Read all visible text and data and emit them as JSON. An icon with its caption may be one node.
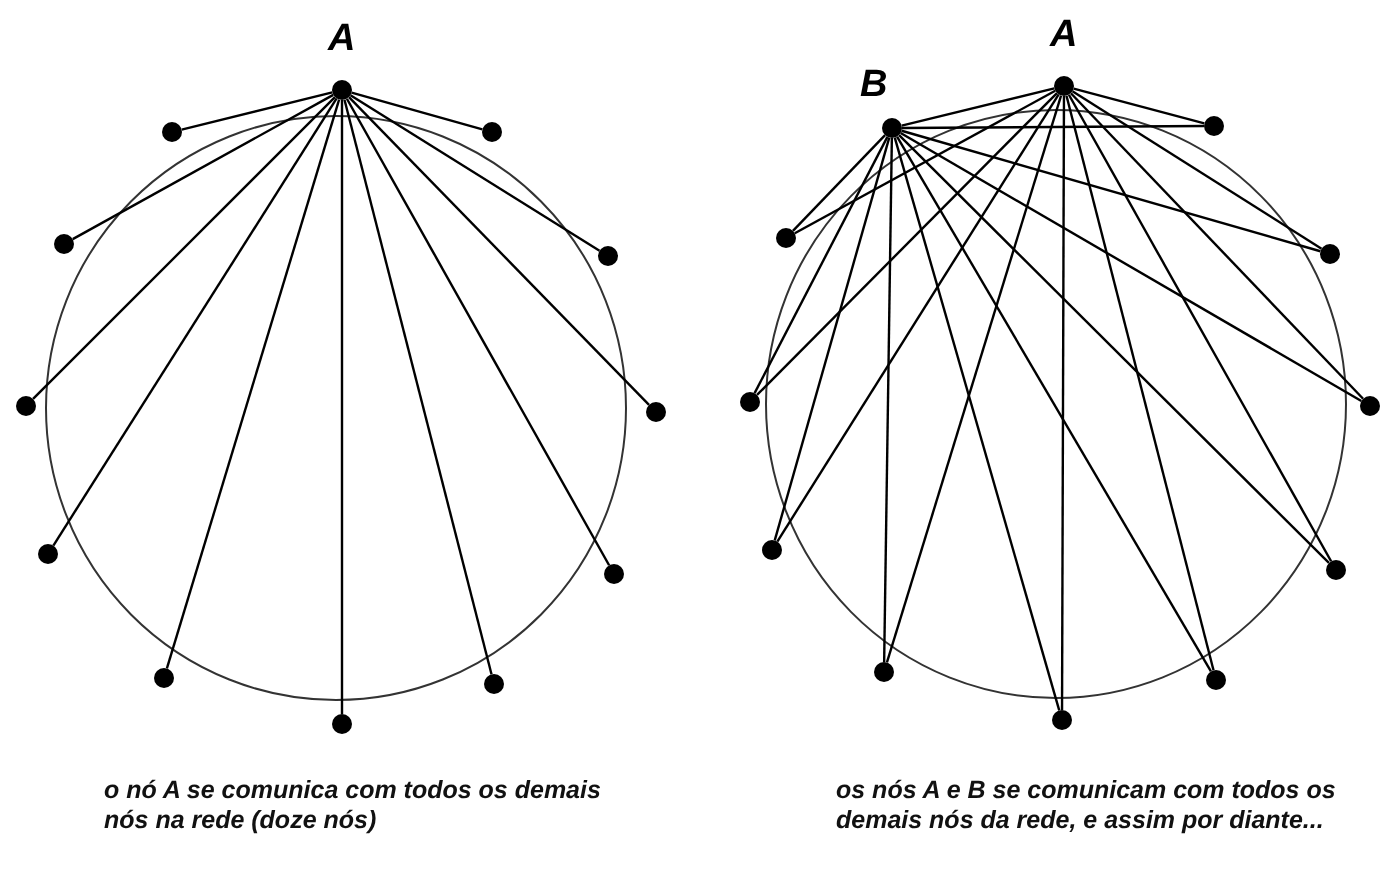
{
  "diagram": {
    "nodes": [
      {
        "text": [],
        "shape": "circle",
        "beside": [
          "A"
        ]
      },
      {
        "text": [],
        "shape": "circle"
      },
      {
        "text": [],
        "shape": "circle"
      },
      {
        "text": [],
        "shape": "circle"
      },
      {
        "text": [],
        "shape": "circle"
      },
      {
        "text": [],
        "shape": "circle"
      },
      {
        "text": [],
        "shape": "circle"
      },
      {
        "text": [],
        "shape": "circle"
      },
      {
        "text": [],
        "shape": "circle"
      },
      {
        "text": [],
        "shape": "circle"
      },
      {
        "text": [],
        "shape": "circle"
      },
      {
        "text": [],
        "shape": "circle"
      },
      {
        "text": [],
        "shape": "circle",
        "beside": [
          "A"
        ]
      },
      {
        "text": [],
        "shape": "circle",
        "beside": [
          "B"
        ]
      },
      {
        "text": [],
        "shape": "circle"
      },
      {
        "text": [],
        "shape": "circle"
      },
      {
        "text": [],
        "shape": "circle"
      },
      {
        "text": [],
        "shape": "circle"
      },
      {
        "text": [],
        "shape": "circle"
      },
      {
        "text": [],
        "shape": "circle"
      },
      {
        "text": [],
        "shape": "circle"
      },
      {
        "text": [],
        "shape": "circle"
      },
      {
        "text": [],
        "shape": "circle"
      },
      {
        "text": [],
        "shape": "circle"
      }
    ],
    "edges": [
      {
        "from": 0,
        "to": 1,
        "arrow": "none"
      },
      {
        "from": 0,
        "to": 2,
        "arrow": "none"
      },
      {
        "from": 0,
        "to": 3,
        "arrow": "none"
      },
      {
        "from": 0,
        "to": 4,
        "arrow": "none"
      },
      {
        "from": 0,
        "to": 5,
        "arrow": "none"
      },
      {
        "from": 0,
        "to": 6,
        "arrow": "none"
      },
      {
        "from": 0,
        "to": 7,
        "arrow": "none"
      },
      {
        "from": 0,
        "to": 8,
        "arrow": "none"
      },
      {
        "from": 0,
        "to": 9,
        "arrow": "none"
      },
      {
        "from": 0,
        "to": 10,
        "arrow": "none"
      },
      {
        "from": 0,
        "to": 11,
        "arrow": "none"
      },
      {
        "from": 12,
        "to": 13,
        "arrow": "none"
      },
      {
        "from": 12,
        "to": 14,
        "arrow": "none"
      },
      {
        "from": 12,
        "to": 15,
        "arrow": "none"
      },
      {
        "from": 12,
        "to": 16,
        "arrow": "none"
      },
      {
        "from": 12,
        "to": 17,
        "arrow": "none"
      },
      {
        "from": 12,
        "to": 18,
        "arrow": "none"
      },
      {
        "from": 12,
        "to": 19,
        "arrow": "none"
      },
      {
        "from": 12,
        "to": 20,
        "arrow": "none"
      },
      {
        "from": 12,
        "to": 21,
        "arrow": "none"
      },
      {
        "from": 12,
        "to": 22,
        "arrow": "none"
      },
      {
        "from": 12,
        "to": 23,
        "arrow": "none"
      },
      {
        "from": 13,
        "to": 14,
        "arrow": "none"
      },
      {
        "from": 13,
        "to": 15,
        "arrow": "none"
      },
      {
        "from": 13,
        "to": 16,
        "arrow": "none"
      },
      {
        "from": 13,
        "to": 17,
        "arrow": "none"
      },
      {
        "from": 13,
        "to": 18,
        "arrow": "none"
      },
      {
        "from": 13,
        "to": 19,
        "arrow": "none"
      },
      {
        "from": 13,
        "to": 20,
        "arrow": "none"
      },
      {
        "from": 13,
        "to": 21,
        "arrow": "none"
      },
      {
        "from": 13,
        "to": 22,
        "arrow": "none"
      },
      {
        "from": 13,
        "to": 23,
        "arrow": "none"
      }
    ],
    "labels": [
      "o nó A se comunica com todos os demais nós na rede (doze nós)",
      "os nós A e B se comunicam com todos os demais nós da rede, e assim por diante..."
    ]
  }
}
